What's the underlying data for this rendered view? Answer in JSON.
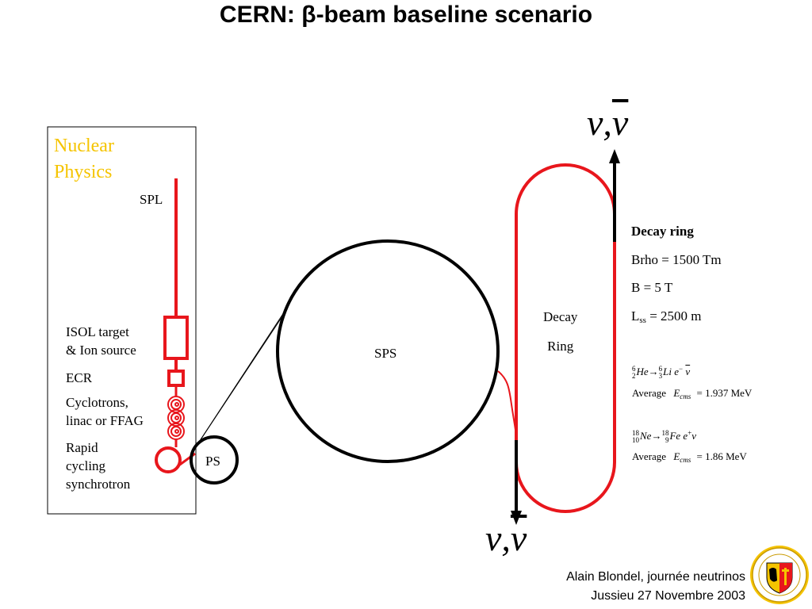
{
  "title": "CERN: β-beam baseline scenario",
  "nuclear_physics": {
    "line1": "Nuclear",
    "line2": "Physics"
  },
  "labels": {
    "spl": "SPL",
    "isol_line1": "ISOL target",
    "isol_line2": "& Ion source",
    "ecr": "ECR",
    "cyclo_line1": "Cyclotrons,",
    "cyclo_line2": "linac or FFAG",
    "rcs_line1": "Rapid",
    "rcs_line2": "cycling",
    "rcs_line3": "synchrotron",
    "ps": "PS",
    "sps": "SPS",
    "decay_ring_line1": "Decay",
    "decay_ring_line2": "Ring"
  },
  "neutrinos": {
    "nu": "ν",
    "comma": ",",
    "nubar": "ν"
  },
  "decay_ring_params": {
    "heading": "Decay ring",
    "brho": "Brho = 1500 Tm",
    "field": "B = 5 T",
    "lss_prefix": "L",
    "lss_sub": "ss",
    "lss_value": " = 2500 m"
  },
  "reactions": [
    {
      "parent_a": "6",
      "parent_z": "2",
      "parent": "He",
      "arrow": "→",
      "daughter_a": "6",
      "daughter_z": "3",
      "daughter": "Li",
      "products": " e",
      "lepton_sign": "−",
      "neutrino": "ν",
      "average_label": "Average",
      "energy_symbol": "E",
      "energy_sub": "cms",
      "energy_value": "= 1.937 MeV"
    },
    {
      "parent_a": "18",
      "parent_z": "10",
      "parent": "Ne",
      "arrow": "→",
      "daughter_a": "18",
      "daughter_z": "9",
      "daughter": "Fe",
      "products": " e",
      "lepton_sign": "+",
      "neutrino": "ν",
      "average_label": "Average",
      "energy_symbol": "E",
      "energy_sub": "cms",
      "energy_value": "= 1.86 MeV"
    }
  ],
  "footer": {
    "line1": "Alain Blondel, journée neutrinos",
    "line2": "Jussieu 27 Novembre 2003"
  },
  "colors": {
    "beam": "#e8161c",
    "nuclear_physics": "#f5c400",
    "ink": "#000000"
  }
}
